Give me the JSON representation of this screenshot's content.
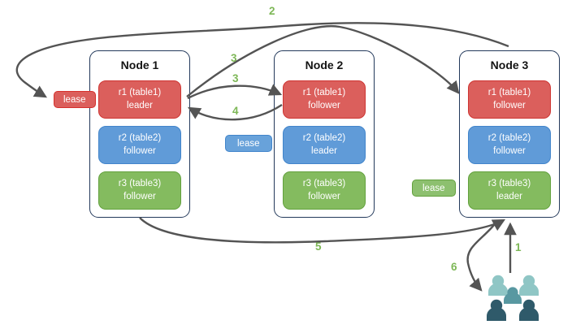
{
  "nodes": [
    {
      "title": "Node 1",
      "replicas": [
        {
          "label": "r1 (table1)",
          "role": "leader",
          "color": "#DB5F5C"
        },
        {
          "label": "r2 (table2)",
          "role": "follower",
          "color": "#609BD8"
        },
        {
          "label": "r3 (table3)",
          "role": "follower",
          "color": "#84BB5F"
        }
      ]
    },
    {
      "title": "Node 2",
      "replicas": [
        {
          "label": "r1 (table1)",
          "role": "follower",
          "color": "#DB5F5C"
        },
        {
          "label": "r2 (table2)",
          "role": "leader",
          "color": "#609BD8"
        },
        {
          "label": "r3 (table3)",
          "role": "follower",
          "color": "#84BB5F"
        }
      ]
    },
    {
      "title": "Node 3",
      "replicas": [
        {
          "label": "r1 (table1)",
          "role": "follower",
          "color": "#DB5F5C"
        },
        {
          "label": "r2 (table2)",
          "role": "follower",
          "color": "#609BD8"
        },
        {
          "label": "r3 (table3)",
          "role": "leader",
          "color": "#84BB5F"
        }
      ]
    }
  ],
  "leases": [
    {
      "label": "lease",
      "color": "#DB5F5C"
    },
    {
      "label": "lease",
      "color": "#68A2DA"
    },
    {
      "label": "lease",
      "color": "#8DC06F"
    }
  ],
  "steps": [
    {
      "number": "1"
    },
    {
      "number": "2"
    },
    {
      "number": "3"
    },
    {
      "number": "3"
    },
    {
      "number": "4"
    },
    {
      "number": "5"
    },
    {
      "number": "6"
    }
  ],
  "icons": {
    "users": "users-icon"
  },
  "colors": {
    "arrow": "#545454",
    "step_number": "#7DB756",
    "node_border": "#23395B",
    "red_fill": "#DB5F5C",
    "red_stroke": "#CE3532",
    "blue_fill": "#609BD8",
    "blue_stroke": "#4285CB",
    "green_fill": "#84BB5F",
    "green_stroke": "#63A13E",
    "users_light": "#8FC6C5",
    "users_mid": "#5898A1",
    "users_dark": "#2F5A6A"
  }
}
